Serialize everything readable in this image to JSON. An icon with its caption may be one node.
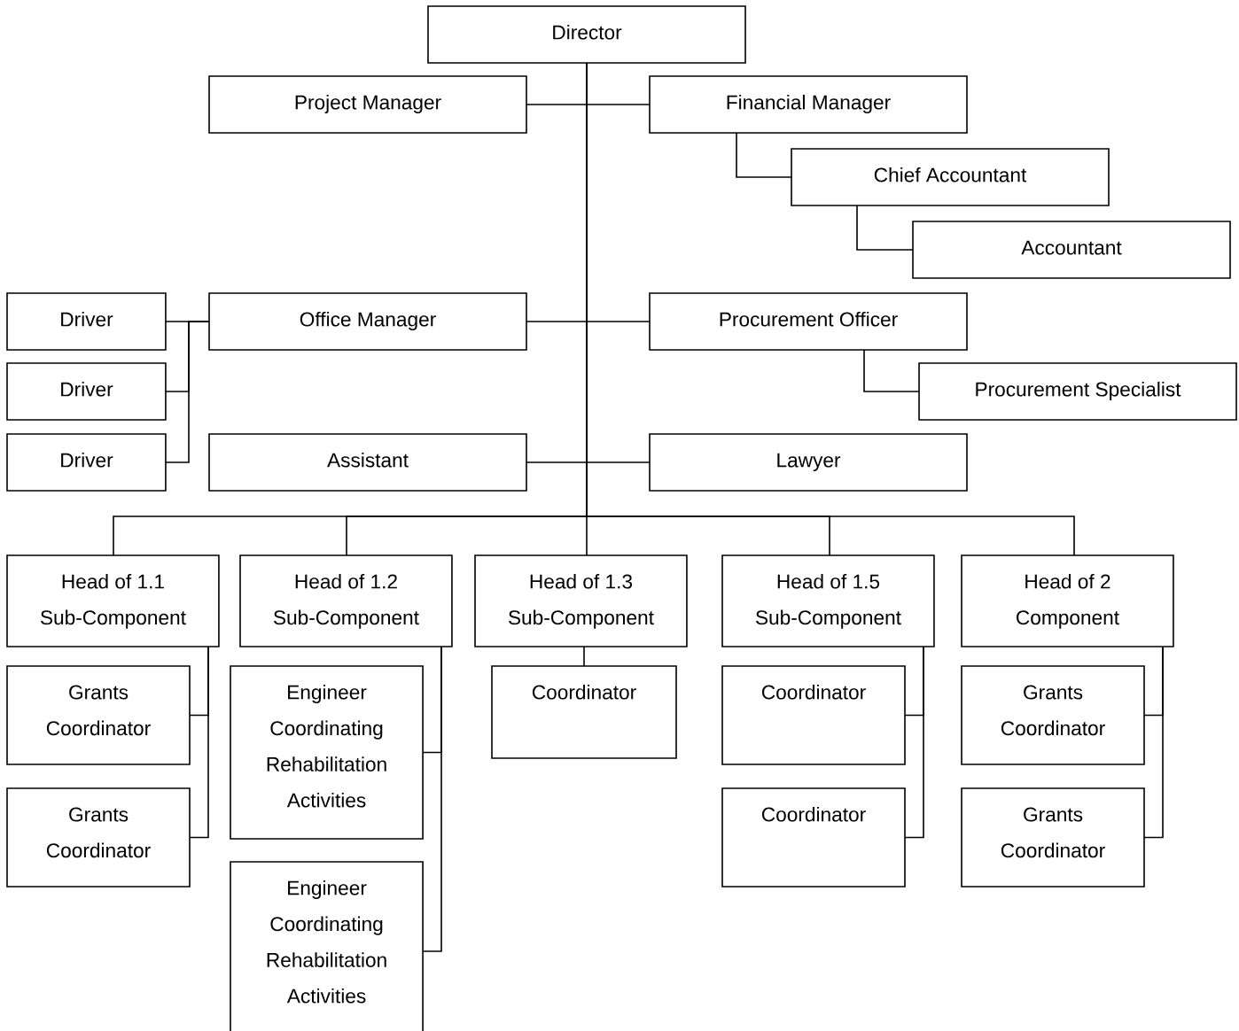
{
  "diagram": {
    "nodes": [
      {
        "text": [
          "Director"
        ]
      },
      {
        "text": [
          "Project Manager"
        ]
      },
      {
        "text": [
          "Financial Manager"
        ]
      },
      {
        "text": [
          "Chief Accountant"
        ]
      },
      {
        "text": [
          "Accountant"
        ]
      },
      {
        "text": [
          "Driver"
        ]
      },
      {
        "text": [
          "Office Manager"
        ]
      },
      {
        "text": [
          "Procurement Officer"
        ]
      },
      {
        "text": [
          "Driver"
        ]
      },
      {
        "text": [
          "Procurement Specialist"
        ]
      },
      {
        "text": [
          "Driver"
        ]
      },
      {
        "text": [
          "Assistant"
        ]
      },
      {
        "text": [
          "Lawyer"
        ]
      },
      {
        "text": [
          "Head of 1.1 Sub-Component"
        ]
      },
      {
        "text": [
          "Head of 1.2 Sub-Component"
        ]
      },
      {
        "text": [
          "Head of 1.3 Sub-Component"
        ]
      },
      {
        "text": [
          "Head of 1.5 Sub-Component"
        ]
      },
      {
        "text": [
          "Head of 2 Component"
        ]
      },
      {
        "text": [
          "Grants Coordinator"
        ]
      },
      {
        "text": [
          "Engineer Coordinating Rehabilitation Activities"
        ]
      },
      {
        "text": [
          "Coordinator"
        ]
      },
      {
        "text": [
          "Coordinator"
        ]
      },
      {
        "text": [
          "Grants Coordinator"
        ]
      },
      {
        "text": [
          "Grants Coordinator"
        ]
      },
      {
        "text": [
          "Coordinator"
        ]
      },
      {
        "text": [
          "Grants Coordinator"
        ]
      },
      {
        "text": [
          "Engineer Coordinating Rehabilitation Activities"
        ]
      }
    ],
    "edges": [
      {
        "from": 0,
        "to": 1,
        "arrow": "none"
      },
      {
        "from": 0,
        "to": 2,
        "arrow": "none"
      },
      {
        "from": 2,
        "to": 3,
        "arrow": "none"
      },
      {
        "from": 3,
        "to": 4,
        "arrow": "none"
      },
      {
        "from": 0,
        "to": 6,
        "arrow": "none"
      },
      {
        "from": 0,
        "to": 7,
        "arrow": "none"
      },
      {
        "from": 6,
        "to": 5,
        "arrow": "none"
      },
      {
        "from": 6,
        "to": 8,
        "arrow": "none"
      },
      {
        "from": 6,
        "to": 10,
        "arrow": "none"
      },
      {
        "from": 7,
        "to": 9,
        "arrow": "none"
      },
      {
        "from": 0,
        "to": 11,
        "arrow": "none"
      },
      {
        "from": 0,
        "to": 12,
        "arrow": "none"
      },
      {
        "from": 0,
        "to": 13,
        "arrow": "none"
      },
      {
        "from": 0,
        "to": 14,
        "arrow": "none"
      },
      {
        "from": 0,
        "to": 15,
        "arrow": "none"
      },
      {
        "from": 0,
        "to": 16,
        "arrow": "none"
      },
      {
        "from": 0,
        "to": 17,
        "arrow": "none"
      },
      {
        "from": 13,
        "to": 18,
        "arrow": "none"
      },
      {
        "from": 13,
        "to": 23,
        "arrow": "none"
      },
      {
        "from": 14,
        "to": 19,
        "arrow": "none"
      },
      {
        "from": 14,
        "to": 26,
        "arrow": "none"
      },
      {
        "from": 15,
        "to": 20,
        "arrow": "none"
      },
      {
        "from": 16,
        "to": 21,
        "arrow": "none"
      },
      {
        "from": 16,
        "to": 24,
        "arrow": "none"
      },
      {
        "from": 17,
        "to": 22,
        "arrow": "none"
      },
      {
        "from": 17,
        "to": 25,
        "arrow": "none"
      }
    ]
  }
}
